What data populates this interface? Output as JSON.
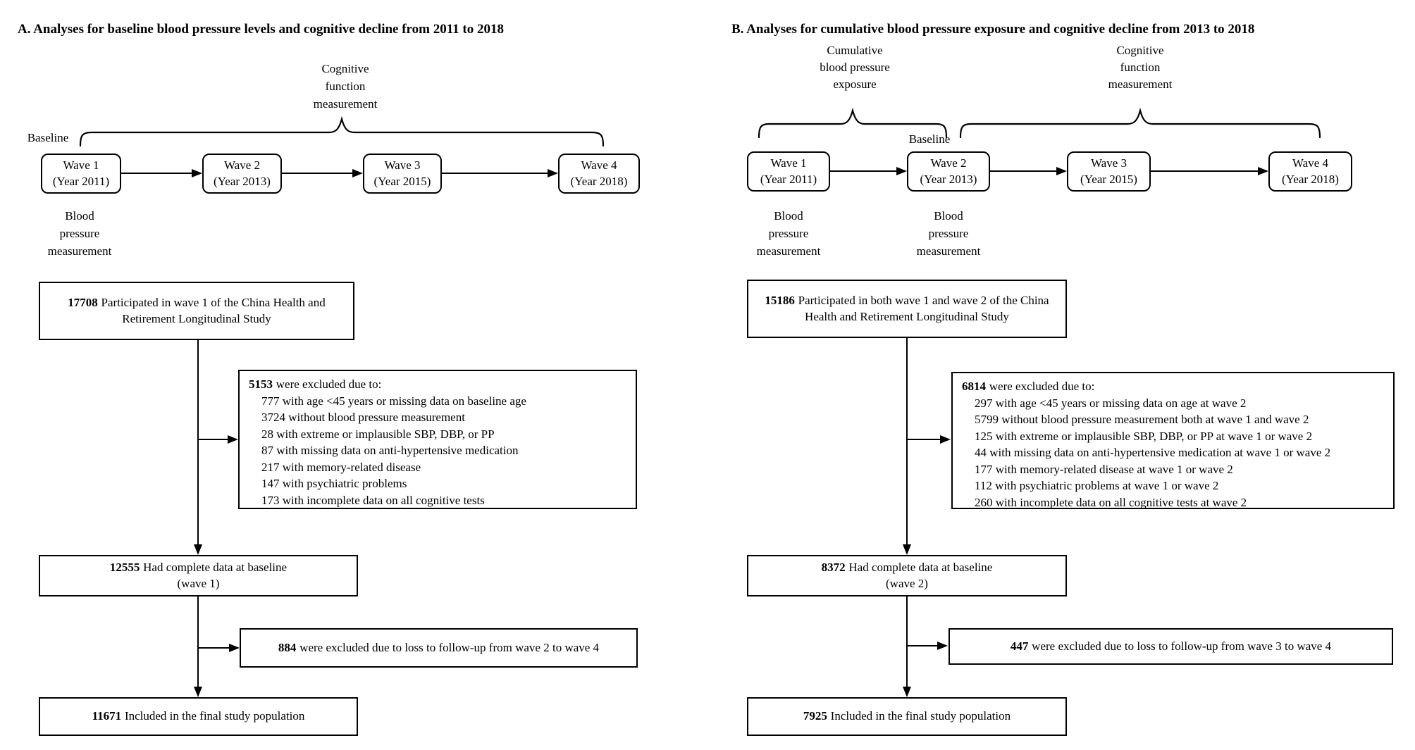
{
  "panels": [
    {
      "title": "A. Analyses for baseline blood pressure levels and cognitive decline from 2011 to 2018",
      "timeline": {
        "cognitive_label": {
          "line1": "Cognitive",
          "line2": "function",
          "line3": "measurement"
        },
        "baseline_label": "Baseline",
        "waves": [
          {
            "name": "Wave 1",
            "year": "(Year 2011)"
          },
          {
            "name": "Wave 2",
            "year": "(Year 2013)"
          },
          {
            "name": "Wave 3",
            "year": "(Year 2015)"
          },
          {
            "name": "Wave 4",
            "year": "(Year 2018)"
          }
        ],
        "bp_label": {
          "line1": "Blood",
          "line2": "pressure",
          "line3": "measurement"
        }
      },
      "flow": {
        "enrolled": {
          "number": "17708",
          "text": "Participated in wave 1 of the China Health and Retirement Longitudinal Study"
        },
        "excluded": {
          "number": "5153",
          "intro": "were excluded due to:",
          "items": [
            "777 with age <45 years or missing data on baseline age",
            "3724 without blood pressure measurement",
            "28 with extreme or implausible SBP, DBP, or PP",
            "87 with missing data on anti-hypertensive medication",
            "217 with memory-related disease",
            "147 with psychiatric problems",
            "173 with incomplete data on all cognitive tests"
          ]
        },
        "complete": {
          "number": "12555",
          "text": "Had complete data at baseline",
          "subtext": "(wave 1)"
        },
        "loss": {
          "number": "884",
          "text": "were excluded due to loss to follow-up from wave 2 to wave 4"
        },
        "final": {
          "number": "11671",
          "text": "Included in the final study population"
        }
      }
    },
    {
      "title": "B. Analyses for cumulative blood pressure exposure and cognitive decline from 2013 to 2018",
      "timeline": {
        "cumulative_label": {
          "line1": "Cumulative",
          "line2": "blood pressure",
          "line3": "exposure"
        },
        "cognitive_label": {
          "line1": "Cognitive",
          "line2": "function",
          "line3": "measurement"
        },
        "baseline_label": "Baseline",
        "waves": [
          {
            "name": "Wave 1",
            "year": "(Year 2011)"
          },
          {
            "name": "Wave 2",
            "year": "(Year 2013)"
          },
          {
            "name": "Wave 3",
            "year": "(Year 2015)"
          },
          {
            "name": "Wave 4",
            "year": "(Year 2018)"
          }
        ],
        "bp_label_wave1": {
          "line1": "Blood",
          "line2": "pressure",
          "line3": "measurement"
        },
        "bp_label_wave2": {
          "line1": "Blood",
          "line2": "pressure",
          "line3": "measurement"
        }
      },
      "flow": {
        "enrolled": {
          "number": "15186",
          "text": "Participated in both wave 1 and wave 2 of the China Health and Retirement Longitudinal Study"
        },
        "excluded": {
          "number": "6814",
          "intro": "were excluded due to:",
          "items": [
            "297 with age <45 years or missing data on age at wave 2",
            "5799 without blood pressure measurement both at wave 1 and wave 2",
            "125 with extreme or implausible SBP, DBP, or PP at wave 1 or wave 2",
            "44 with missing data on anti-hypertensive medication at wave 1 or wave 2",
            "177 with memory-related disease at wave 1 or wave 2",
            "112 with psychiatric problems at wave 1 or wave 2",
            "260 with incomplete data on all cognitive tests at wave 2"
          ]
        },
        "complete": {
          "number": "8372",
          "text": "Had complete data at baseline",
          "subtext": "(wave 2)"
        },
        "loss": {
          "number": "447",
          "text": "were excluded due to loss to follow-up from wave 3 to wave 4"
        },
        "final": {
          "number": "7925",
          "text": "Included in the final study population"
        }
      }
    }
  ]
}
